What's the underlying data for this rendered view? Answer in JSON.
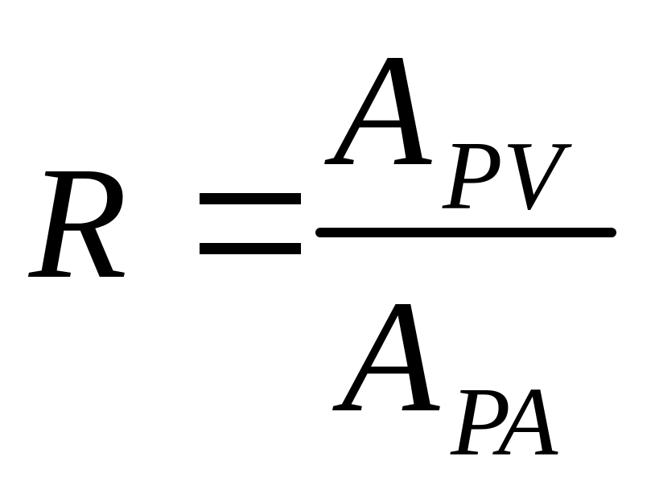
{
  "equation": {
    "lhs": "R",
    "operator": "=",
    "numerator": {
      "base": "A",
      "subscript": "PV"
    },
    "denominator": {
      "base": "A",
      "subscript": "PA"
    }
  },
  "colors": {
    "text": "#000000",
    "background": "#ffffff"
  }
}
